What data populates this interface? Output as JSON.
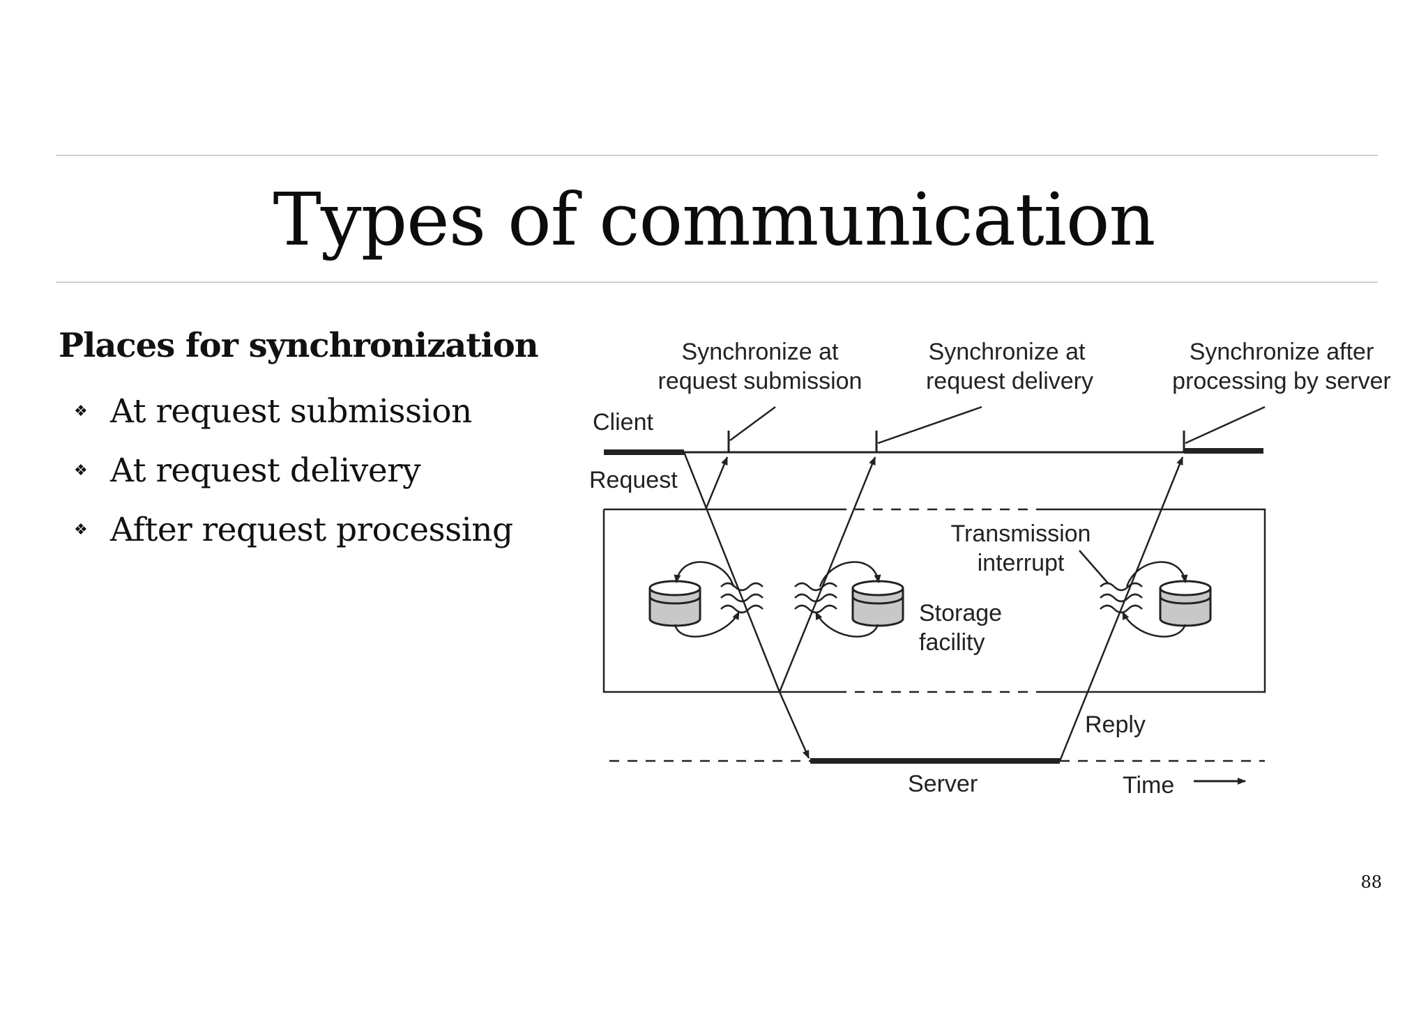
{
  "slide": {
    "title": "Types of communication",
    "section_heading": "Places for synchronization",
    "bullets": [
      "At request submission",
      "At request delivery",
      "After request processing"
    ],
    "page_number": "88"
  },
  "diagram": {
    "labels": {
      "sync_submission_line1": "Synchronize at",
      "sync_submission_line2": "request submission",
      "sync_delivery_line1": "Synchronize at",
      "sync_delivery_line2": "request delivery",
      "sync_after_line1": "Synchronize after",
      "sync_after_line2": "processing by server",
      "client": "Client",
      "request": "Request",
      "transmission_line1": "Transmission",
      "transmission_line2": "interrupt",
      "storage_line1": "Storage",
      "storage_line2": "facility",
      "reply": "Reply",
      "server": "Server",
      "time": "Time"
    },
    "colors": {
      "ink": "#222222",
      "storage_fill": "#c8c8c8"
    }
  }
}
